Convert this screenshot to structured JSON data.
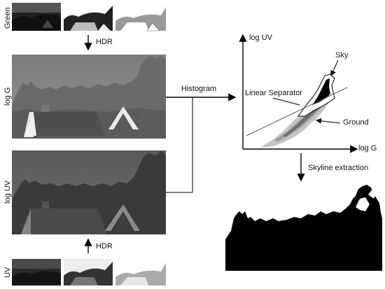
{
  "rows": {
    "green_label": "Green",
    "log_g_label": "log G",
    "log_uv_label": "log UV",
    "uv_label": "UV"
  },
  "steps": {
    "hdr_top": "HDR",
    "hdr_bottom": "HDR",
    "histogram": "Histogram",
    "skyline_extraction": "Skyline extraction"
  },
  "plot": {
    "y_axis_label": "log UV",
    "x_axis_label": "log G",
    "sky_label": "Sky",
    "ground_label": "Ground",
    "separator_label": "Linear Separator"
  },
  "colors": {
    "sky_gray": "#8a8a8a",
    "ground_scatter": "#c8c8c8",
    "sky_region": "#000000",
    "arrow": "#000000"
  }
}
